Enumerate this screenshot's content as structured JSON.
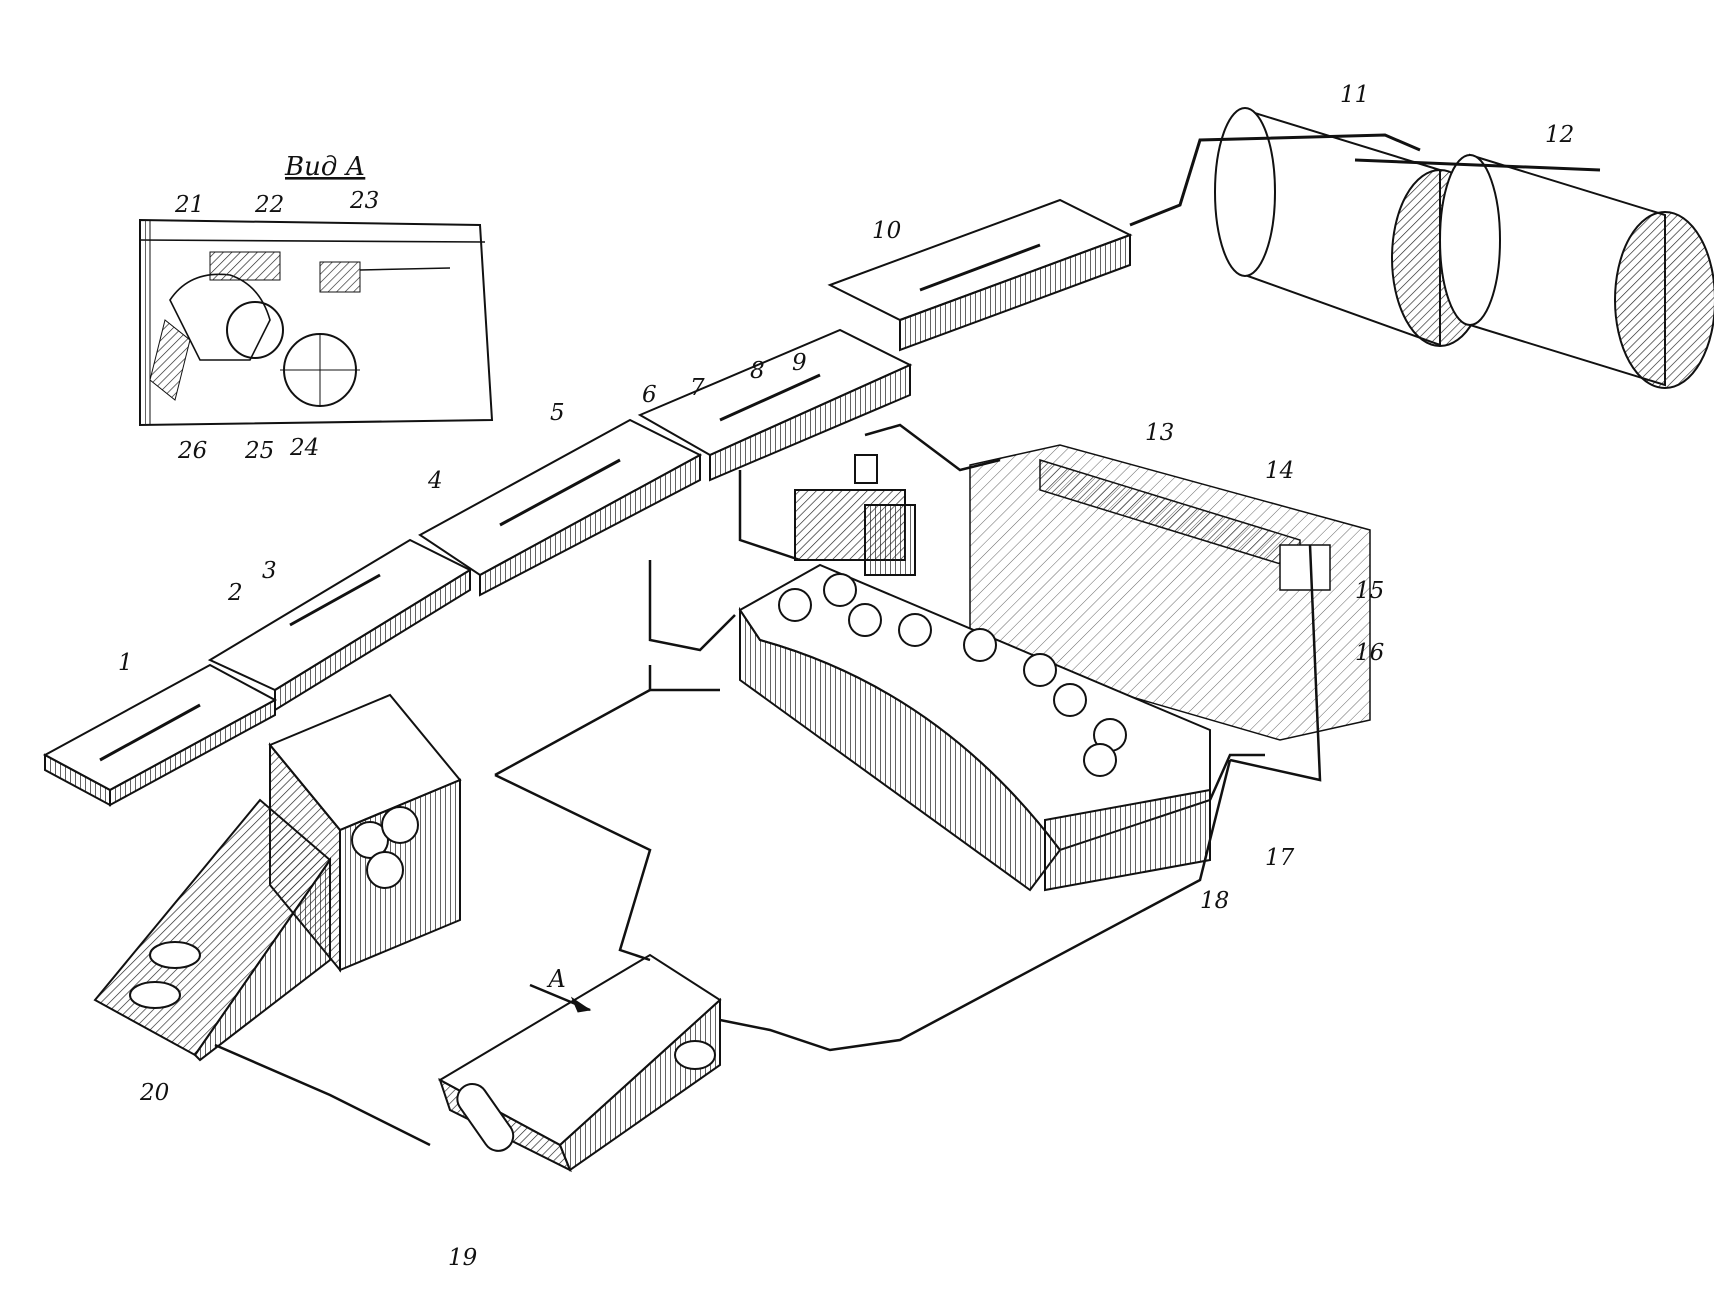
{
  "view": {
    "title": "Вид А",
    "labels": [
      "21",
      "22",
      "23",
      "24",
      "25",
      "26"
    ]
  },
  "arrow_label": "А",
  "labels": {
    "n1": "1",
    "n2": "2",
    "n3": "3",
    "n4": "4",
    "n5": "5",
    "n6": "6",
    "n7": "7",
    "n8": "8",
    "n9": "9",
    "n10": "10",
    "n11": "11",
    "n12": "12",
    "n13": "13",
    "n14": "14",
    "n15": "15",
    "n16": "16",
    "n17": "17",
    "n18": "18",
    "n19": "19",
    "n20": "20"
  },
  "colors": {
    "ink": "#111111",
    "paper": "#ffffff"
  }
}
